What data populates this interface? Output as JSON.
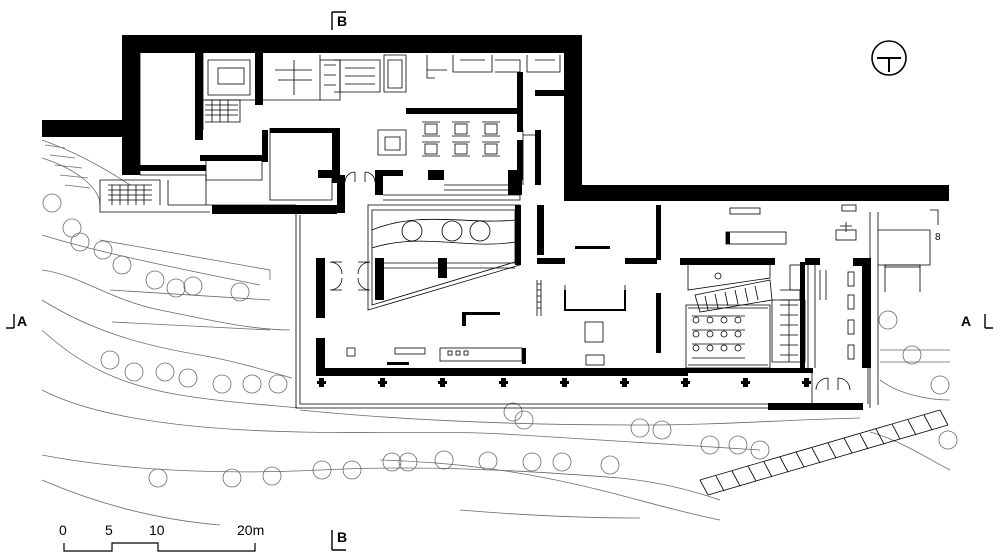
{
  "section_markers": {
    "a_left": "A",
    "a_right": "A",
    "b_top": "B",
    "b_bottom": "B"
  },
  "scale_bar": {
    "labels": [
      "0",
      "5",
      "10",
      "20m"
    ]
  },
  "room_number": "8",
  "north_arrow_icon": "north-arrow-icon"
}
